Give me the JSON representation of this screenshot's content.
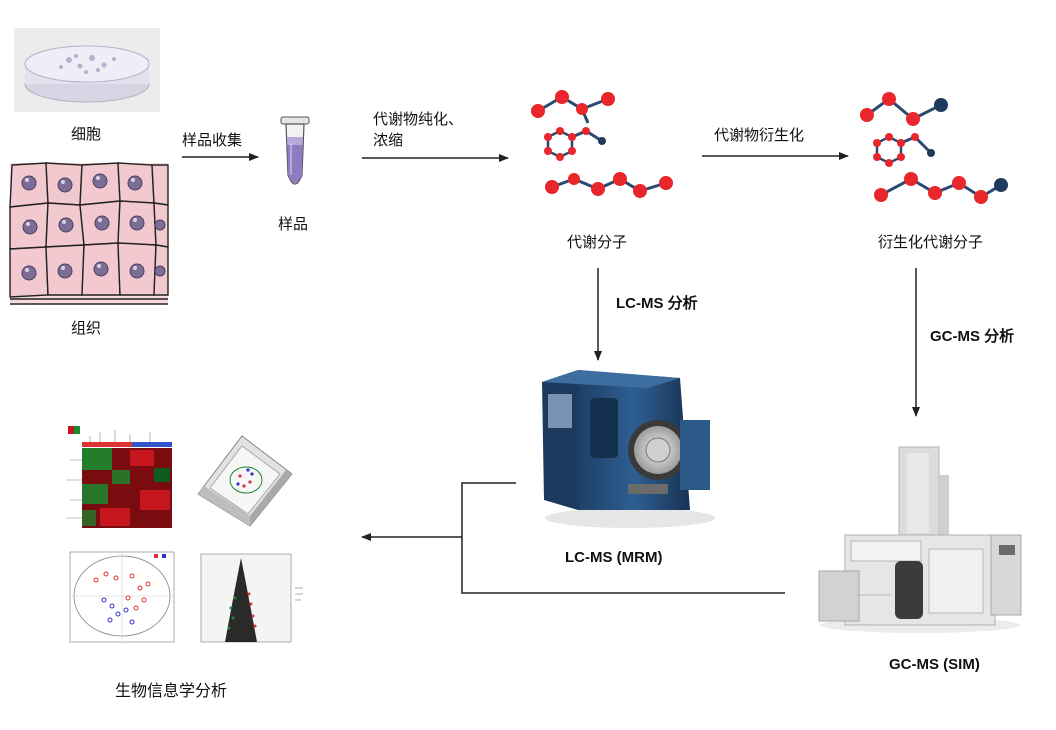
{
  "nodes": {
    "cell_label": "细胞",
    "tissue_label": "组织",
    "sample_label": "样品",
    "metabolite_label": "代谢分子",
    "derivatized_label": "衍生化代谢分子",
    "lcms_instrument_label": "LC-MS (MRM)",
    "gcms_instrument_label": "GC-MS (SIM)",
    "bioinformatics_label": "生物信息学分析"
  },
  "edges": {
    "sample_collection": "样品收集",
    "purify_line1": "代谢物纯化、",
    "purify_line2": "浓缩",
    "derivatization": "代谢物衍生化",
    "lcms_analysis": "LC-MS 分析",
    "gcms_analysis": "GC-MS 分析"
  },
  "colors": {
    "atom_red": "#e8262b",
    "atom_navy": "#1e3a5f",
    "bond": "#2b4a6f",
    "arrow": "#222222",
    "cell_fill": "#f7d9de",
    "nucleus": "#7b6d96",
    "heatmap_red": "#c4161c",
    "heatmap_green": "#1a8a2e",
    "tube_purple": "#8e7bc2"
  }
}
